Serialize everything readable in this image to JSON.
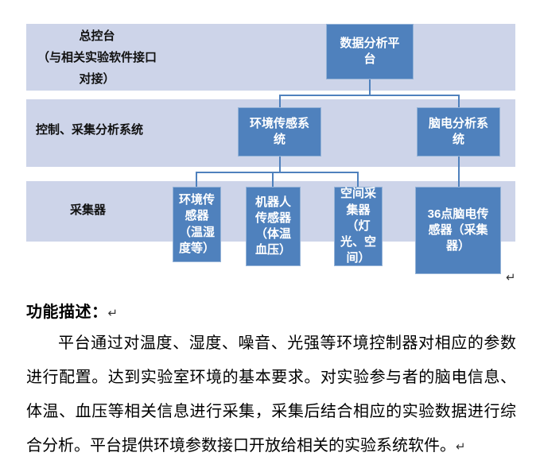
{
  "diagram": {
    "bands": {
      "console": {
        "line1": "总控台",
        "line2": "（与相关实验软件接口",
        "line3": "对接）"
      },
      "control": {
        "label": "控制、采集分析系统"
      },
      "collector": {
        "label": "采集器"
      }
    },
    "nodes": {
      "platform": {
        "label": "数据分析平台"
      },
      "env_system": {
        "label": "环境传感系统"
      },
      "eeg_system": {
        "label": "脑电分析系统"
      },
      "env_sensor": {
        "label": "环境传感器（温湿度等）"
      },
      "robot_sensor": {
        "label": "机器人传感器（体温血压）"
      },
      "space_collector": {
        "label": "空间采集器（灯光、空间）"
      },
      "eeg_sensor": {
        "label": "36点脑电传感器（采集器）"
      }
    },
    "colors": {
      "band_bg": "#cdd4e9",
      "node_fill": "#4f81bd",
      "node_border": "#95b3d7",
      "node_text": "#ffffff",
      "connector": "#4f81bd"
    }
  },
  "marks": {
    "return_mark": "↵"
  },
  "description": {
    "heading": "功能描述：",
    "paragraph": "平台通过对温度、湿度、噪音、光强等环境控制器对相应的参数进行配置。达到实验室环境的基本要求。对实验参与者的脑电信息、体温、血压等相关信息进行采集，采集后结合相应的实验数据进行综合分析。平台提供环境参数接口开放给相关的实验系统软件。"
  }
}
